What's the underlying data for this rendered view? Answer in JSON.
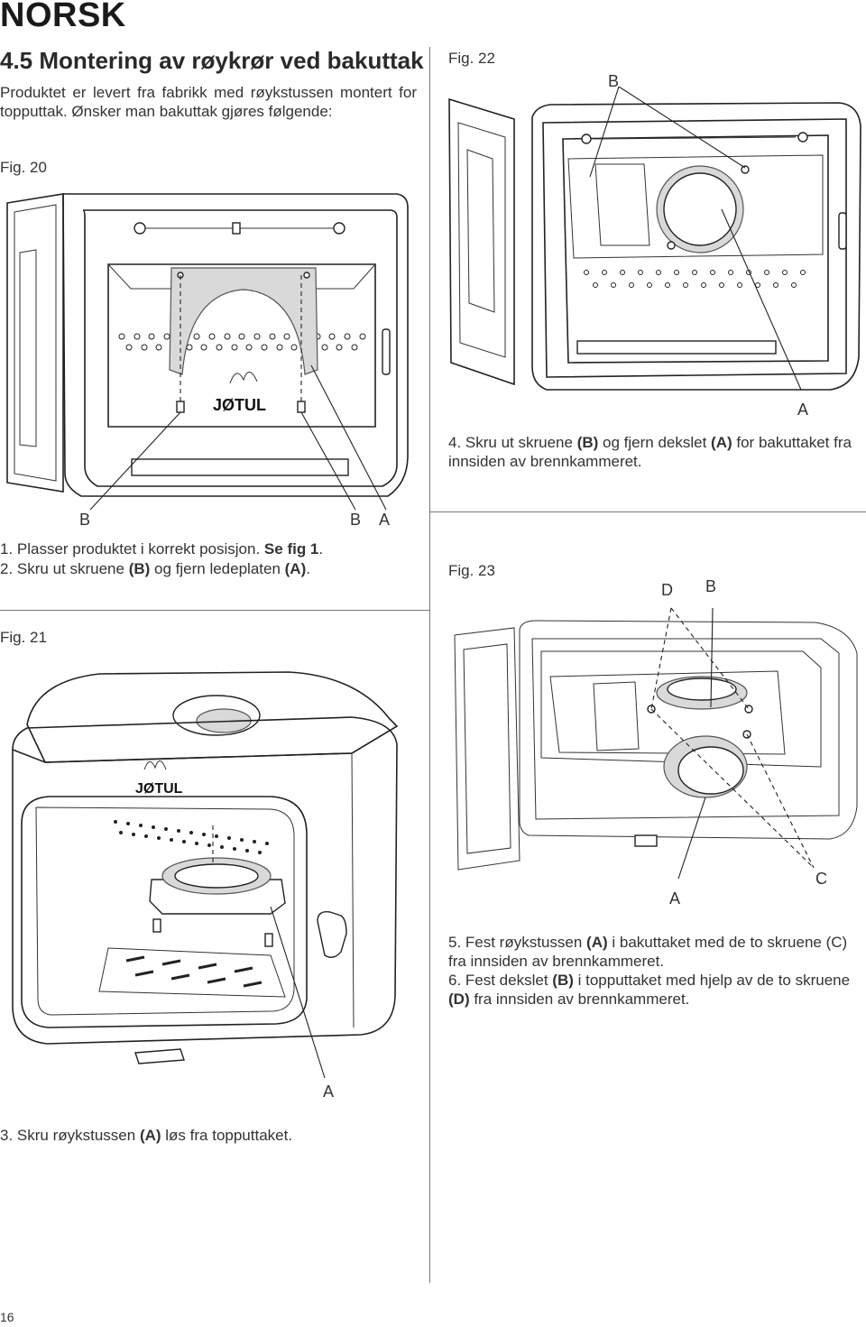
{
  "page": {
    "language_header": "NORSK",
    "section_title": "4.5 Montering av røykrør ved bakuttak",
    "intro": "Produktet er levert fra fabrikk med røykstussen montert for topputtak. Ønsker man bakuttak gjøres følgende:",
    "page_number": "16"
  },
  "fig20": {
    "label": "Fig. 20",
    "brand": "JØTUL",
    "callout_b1": "B",
    "callout_b2": "B",
    "callout_a": "A"
  },
  "steps_12": {
    "s1_prefix": "1. Plasser produktet i korrekt posisjon. ",
    "s1_bold": "Se fig 1",
    "s1_suffix": ".",
    "s2_prefix": "2. Skru ut skruene ",
    "s2_b": "(B)",
    "s2_mid": " og fjern ledeplaten ",
    "s2_a": "(A)",
    "s2_suffix": "."
  },
  "fig21": {
    "label": "Fig. 21",
    "brand": "JØTUL",
    "callout_a": "A"
  },
  "step3": {
    "prefix": "3. Skru røykstussen ",
    "bold": "(A)",
    "suffix": " løs fra topputtaket."
  },
  "fig22": {
    "label": "Fig. 22",
    "callout_b": "B",
    "callout_a": "A"
  },
  "step4": {
    "prefix": "4. Skru ut skruene ",
    "b": "(B)",
    "mid": " og fjern dekslet ",
    "a": "(A)",
    "suffix": " for bakuttaket fra innsiden av brennkammeret."
  },
  "fig23": {
    "label": "Fig. 23",
    "callout_d": "D",
    "callout_b": "B",
    "callout_a": "A",
    "callout_c": "C"
  },
  "steps_56": {
    "s5_prefix": "5. Fest røykstussen ",
    "s5_bold": "(A)",
    "s5_suffix": " i bakuttaket med de to skruene (C) fra innsiden av brennkammeret.",
    "s6_prefix": "6. Fest dekslet ",
    "s6_bold": "(B)",
    "s6_mid": " i topputtaket med hjelp av de to skruene ",
    "s6_bold2": "(D)",
    "s6_suffix": " fra innsiden av brennkammeret."
  }
}
